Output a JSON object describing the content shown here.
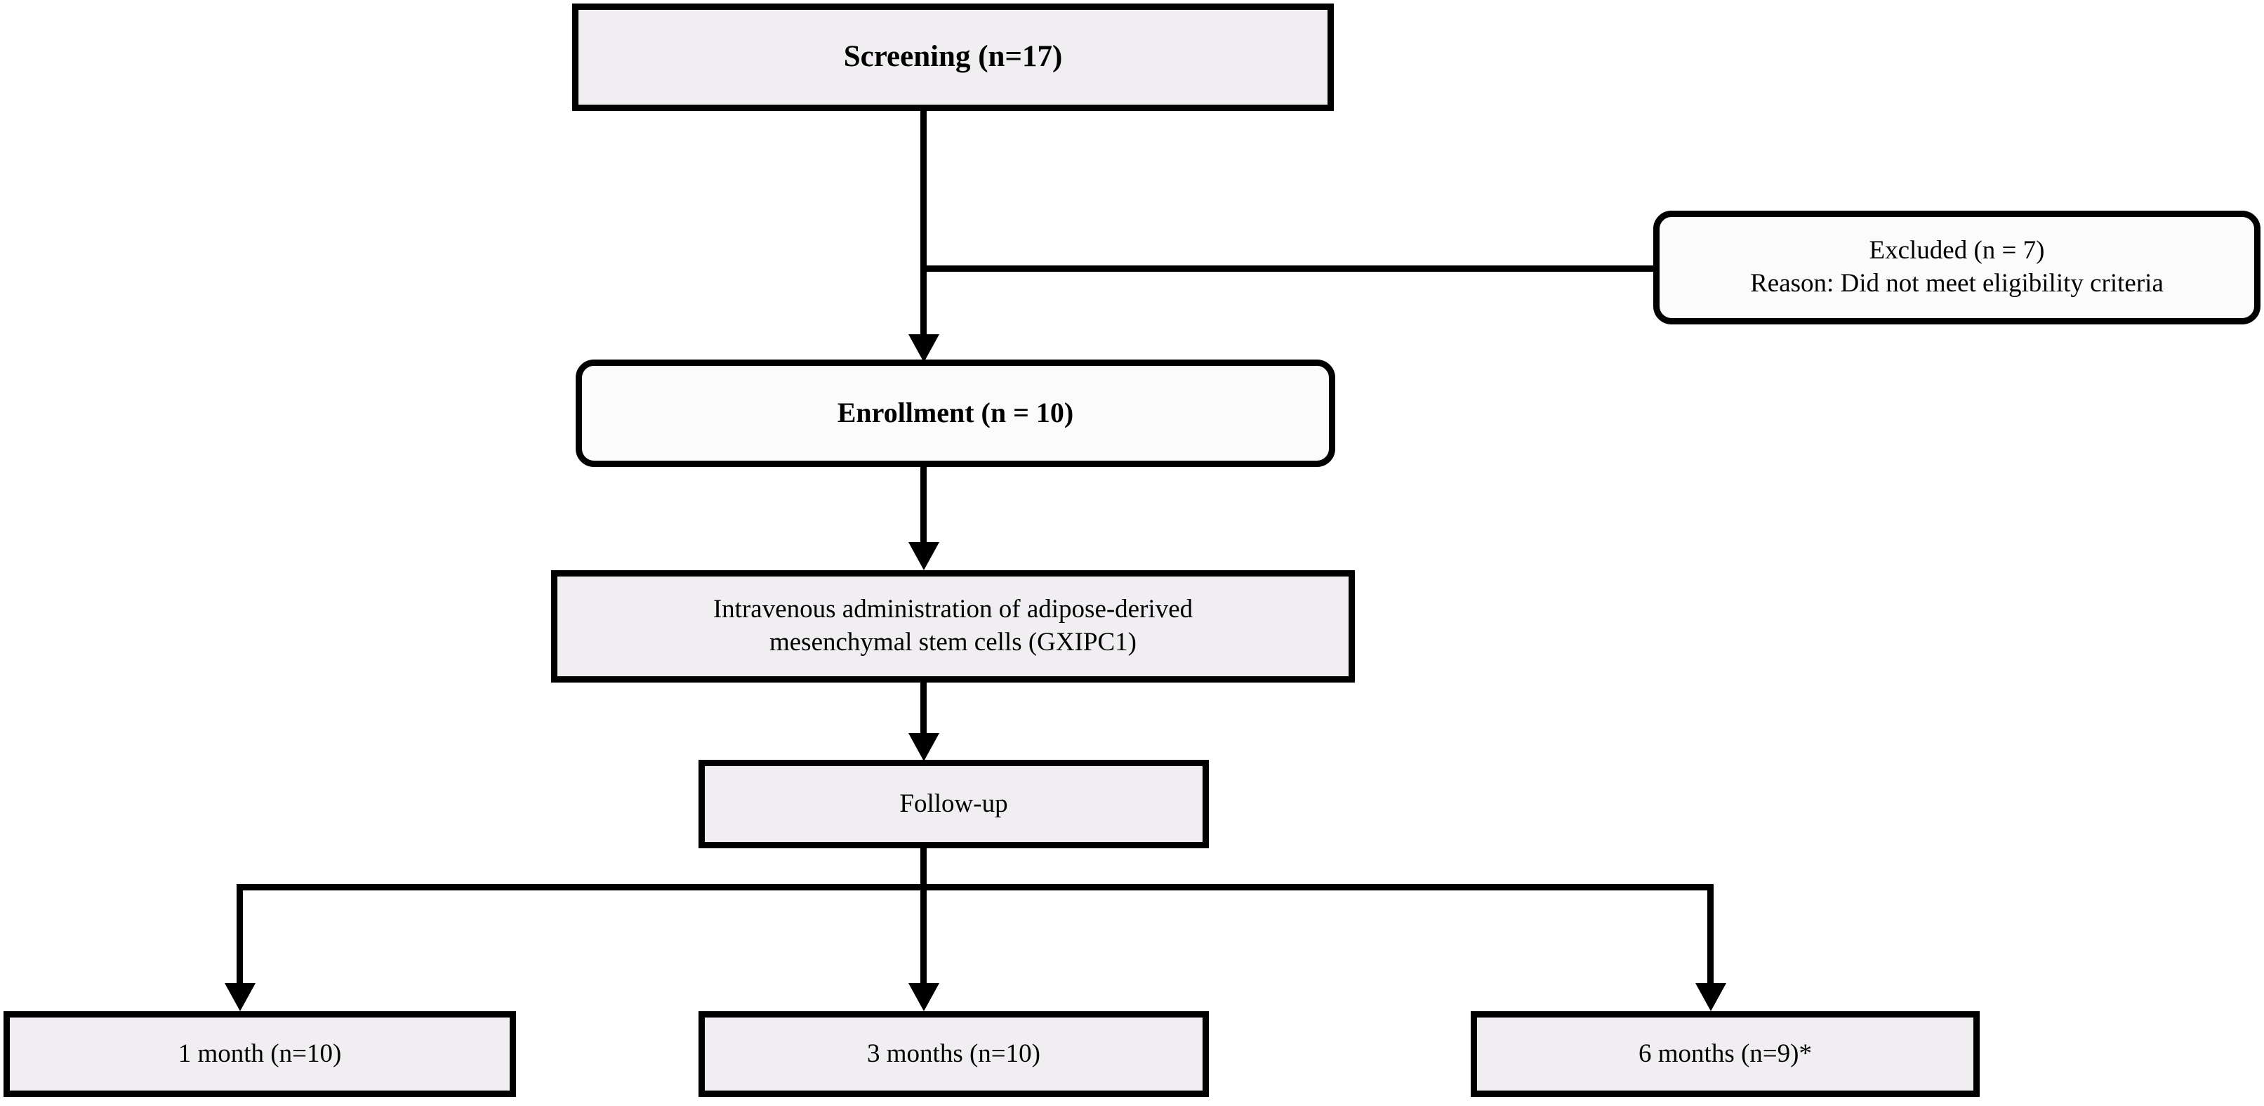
{
  "figure": {
    "type": "flowchart",
    "title": "Clinical trial participant flow diagram",
    "colors": {
      "box_fill_gray": "#f0eef1",
      "box_fill_white": "#fbfbfb",
      "border": "#000000",
      "text": "#000000",
      "background": "#ffffff"
    }
  },
  "nodes": {
    "screening": {
      "label": "Screening (n=17)"
    },
    "excluded": {
      "line1": "Excluded (n = 7)",
      "line2": "Reason: Did not meet eligibility criteria"
    },
    "enrollment": {
      "label": "Enrollment (n = 10)"
    },
    "intervention": {
      "line1": "Intravenous administration of adipose-derived",
      "line2": "mesenchymal stem cells (GXIPC1)"
    },
    "followup": {
      "label": "Follow-up"
    },
    "timepoints": [
      {
        "label": "1 month (n=10)"
      },
      {
        "label": "3 months (n=10)"
      },
      {
        "label": "6 months (n=9)*"
      }
    ]
  },
  "edges": [
    {
      "from": "screening",
      "to": "enrollment",
      "kind": "arrow-down"
    },
    {
      "from": "screening",
      "to": "excluded",
      "kind": "branch-right"
    },
    {
      "from": "enrollment",
      "to": "intervention",
      "kind": "arrow-down"
    },
    {
      "from": "intervention",
      "to": "followup",
      "kind": "arrow-down"
    },
    {
      "from": "followup",
      "to": "1 month (n=10)",
      "kind": "split-arrow-down"
    },
    {
      "from": "followup",
      "to": "3 months (n=10)",
      "kind": "split-arrow-down"
    },
    {
      "from": "followup",
      "to": "6 months (n=9)*",
      "kind": "split-arrow-down"
    }
  ]
}
